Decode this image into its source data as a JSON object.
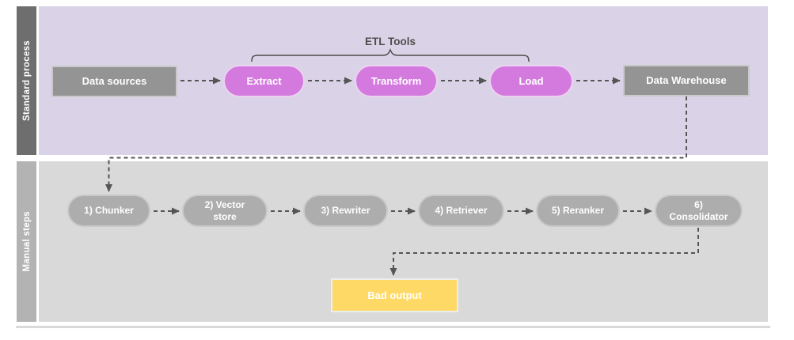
{
  "diagram": {
    "lanes": {
      "standard": {
        "label": "Standard process"
      },
      "manual": {
        "label": "Manual steps"
      }
    },
    "standard_process": {
      "data_sources": "Data sources",
      "extract": "Extract",
      "transform": "Transform",
      "load": "Load",
      "data_warehouse": "Data Warehouse",
      "etl_tools_label": "ETL Tools"
    },
    "manual_steps": {
      "chunker": "1) Chunker",
      "vector_store": "2) Vector store",
      "rewriter": "3) Rewriter",
      "retriever": "4) Retriever",
      "reranker": "5) Reranker",
      "consolidator": "6) Consolidator",
      "bad_output": "Bad output"
    },
    "colors": {
      "lane_standard_bg": "#DAD3E7",
      "lane_standard_label_bg": "#6E6E6E",
      "lane_manual_bg": "#D9D9D9",
      "lane_manual_label_bg": "#B3B3B3",
      "etl_pill": "#D47ADF",
      "gray_box": "#949494",
      "gray_pill": "#ADADAD",
      "bad_output_bg": "#FFD966",
      "connector": "#555555"
    }
  }
}
